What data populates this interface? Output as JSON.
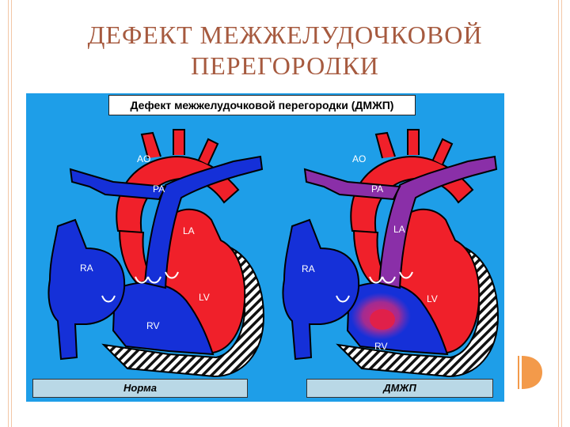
{
  "slide": {
    "title_line1": "ДЕФЕКТ  МЕЖЖЕЛУДОЧКОВОЙ",
    "title_line2": "ПЕРЕГОРОДКИ"
  },
  "figure": {
    "caption": "Дефект межжелудочковой перегородки (ДМЖП)",
    "left_heart": {
      "labels": {
        "ao": "AO",
        "pa": "PA",
        "la": "LA",
        "ra": "RA",
        "lv": "LV",
        "rv": "RV"
      },
      "footer": "Норма"
    },
    "right_heart": {
      "labels": {
        "ao": "AO",
        "pa": "PA",
        "la": "LA",
        "ra": "RA",
        "lv": "LV",
        "rv": "RV"
      },
      "footer": "ДМЖП"
    }
  },
  "colors": {
    "background": "#1e9ee8",
    "arterial": "#f0202a",
    "venous": "#1530d8",
    "mixed": "#8a2fa8",
    "title": "#a65a3f",
    "accent": "#f39a4a"
  }
}
